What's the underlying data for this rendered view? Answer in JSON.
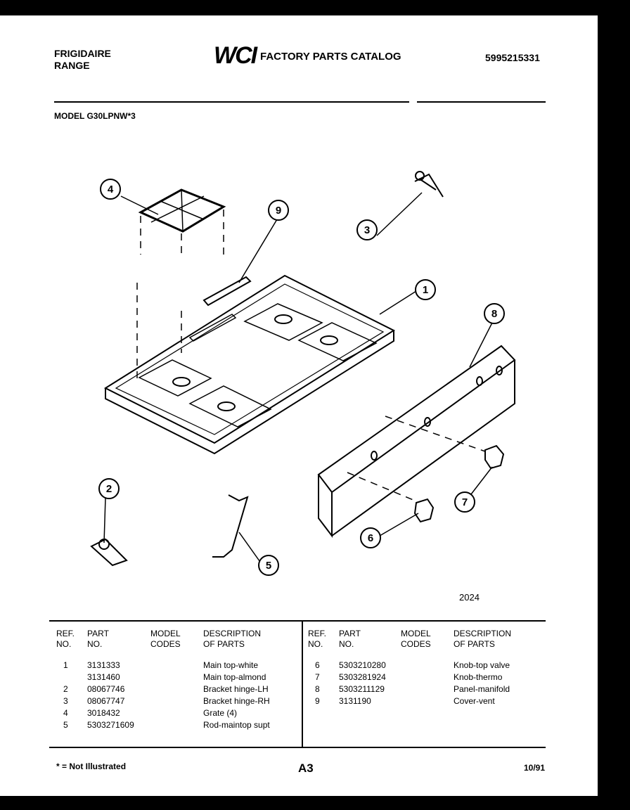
{
  "header": {
    "brand_line1": "FRIGIDAIRE",
    "brand_line2": "RANGE",
    "logo": "WCI",
    "catalog_title": "FACTORY PARTS CATALOG",
    "publication_number": "5995215331",
    "model": "MODEL G30LPNW*3"
  },
  "diagram": {
    "figure_number": "2024",
    "callouts": [
      "1",
      "2",
      "3",
      "4",
      "5",
      "6",
      "7",
      "8",
      "9"
    ]
  },
  "table": {
    "headers": {
      "ref": [
        "REF.",
        "NO."
      ],
      "part": [
        "PART",
        "NO."
      ],
      "model": [
        "MODEL",
        "CODES"
      ],
      "desc": [
        "DESCRIPTION",
        "OF PARTS"
      ]
    },
    "left_rows": [
      {
        "ref": "1",
        "part": "3131333",
        "model": "",
        "desc": "Main top-white"
      },
      {
        "ref": "",
        "part": "3131460",
        "model": "",
        "desc": "Main top-almond"
      },
      {
        "ref": "2",
        "part": "08067746",
        "model": "",
        "desc": "Bracket hinge-LH"
      },
      {
        "ref": "3",
        "part": "08067747",
        "model": "",
        "desc": "Bracket hinge-RH"
      },
      {
        "ref": "4",
        "part": "3018432",
        "model": "",
        "desc": "Grate (4)"
      },
      {
        "ref": "5",
        "part": "5303271609",
        "model": "",
        "desc": "Rod-maintop supt"
      }
    ],
    "right_rows": [
      {
        "ref": "6",
        "part": "5303210280",
        "model": "",
        "desc": "Knob-top valve"
      },
      {
        "ref": "7",
        "part": "5303281924",
        "model": "",
        "desc": "Knob-thermo"
      },
      {
        "ref": "8",
        "part": "5303211129",
        "model": "",
        "desc": "Panel-manifold"
      },
      {
        "ref": "9",
        "part": "3131190",
        "model": "",
        "desc": "Cover-vent"
      }
    ]
  },
  "footer": {
    "note": "* = Not Illustrated",
    "page": "A3",
    "date": "10/91"
  }
}
